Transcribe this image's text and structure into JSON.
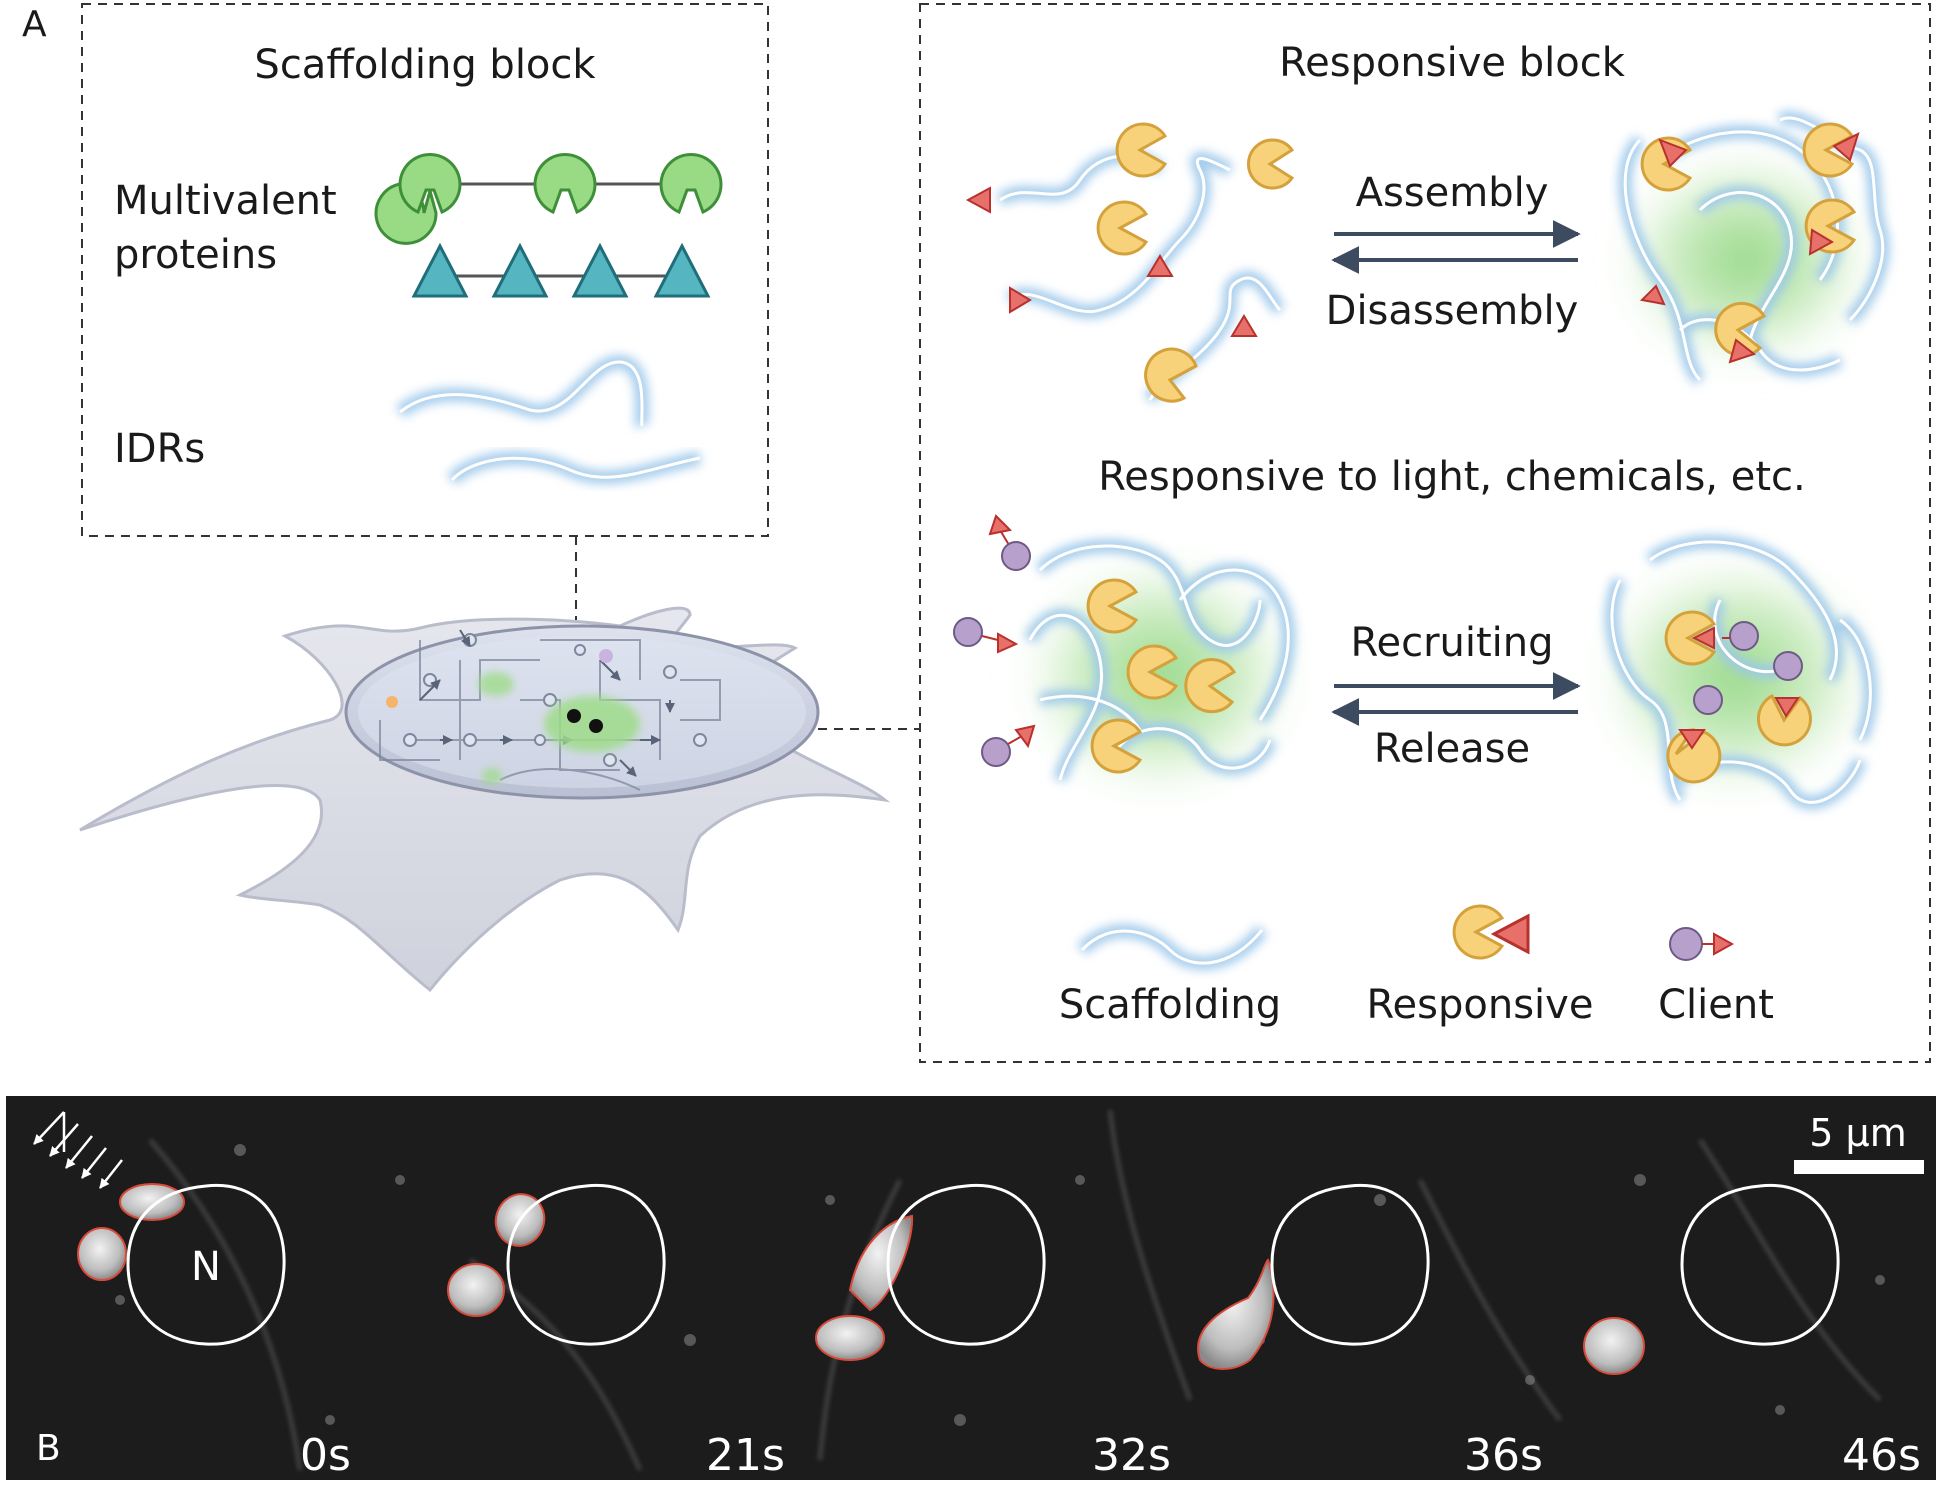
{
  "panel_a": {
    "letter": "A",
    "scaffolding_block": {
      "title": "Scaffolding block",
      "multivalent_label_1": "Multivalent",
      "multivalent_label_2": "proteins",
      "idrs_label": "IDRs"
    },
    "responsive_block": {
      "title": "Responsive block",
      "assembly": "Assembly",
      "disassembly": "Disassembly",
      "subtitle": "Responsive to light, chemicals, etc.",
      "recruiting": "Recruiting",
      "release": "Release"
    },
    "legend": {
      "scaffolding": "Scaffolding",
      "responsive": "Responsive",
      "client": "Client"
    },
    "colors": {
      "scaffold_green": "#8fd67a",
      "scaffold_green_stroke": "#3f8f3a",
      "triangle_teal": "#4fb3bd",
      "triangle_stroke": "#1f6e7a",
      "idr_line": "#ffffff",
      "idr_glow": "#9cc7ea",
      "pacman_yellow": "#f7d27a",
      "pacman_stroke": "#d4a13a",
      "red_triangle": "#e8706a",
      "red_stroke": "#b8312c",
      "client_purple": "#b7a0cc",
      "client_stroke": "#6e5a85",
      "arrow_dark": "#3d4b61",
      "cell_fill": "#dcdde6",
      "nucleus_fill": "#c4cadb",
      "condensate_green": "#9fdb8a"
    }
  },
  "panel_b": {
    "letter": "B",
    "scale_bar": "5 µm",
    "nucleus_label": "N",
    "timestamps": [
      "0s",
      "21s",
      "32s",
      "36s",
      "46s"
    ],
    "colors": {
      "background": "#1c1c1c",
      "outline_red": "#d94a3a",
      "nucleus_outline": "#ffffff"
    }
  }
}
